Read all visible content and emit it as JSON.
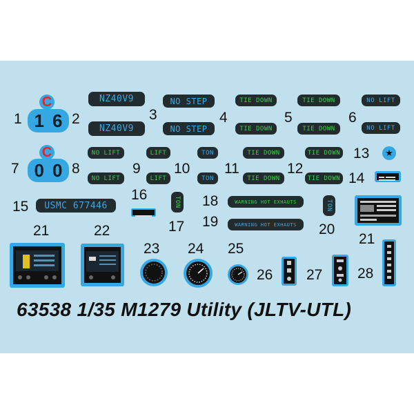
{
  "title": "63538 1/35 M1279 Utility (JLTV-UTL)",
  "colors": {
    "sheet_background": "#bfe0ec",
    "decal_blue": "#35a7e2",
    "decal_dark": "#222b2d",
    "text_blue": "#3aa9e6",
    "text_green": "#3fcf4c",
    "accent_red": "#e8242b"
  },
  "numbers": {
    "n1": "1",
    "n2": "2",
    "n3": "3",
    "n4": "4",
    "n5": "5",
    "n6": "6",
    "n7": "7",
    "n8": "8",
    "n9": "9",
    "n10": "10",
    "n11": "11",
    "n12": "12",
    "n13": "13",
    "n14": "14",
    "n15": "15",
    "n16": "16",
    "n17": "17",
    "n18": "18",
    "n19": "19",
    "n20": "20",
    "n21a": "21",
    "n21b": "21",
    "n22": "22",
    "n23": "23",
    "n24": "24",
    "n25": "25",
    "n26": "26",
    "n27": "27",
    "n28": "28"
  },
  "markings": {
    "c_letter": "C",
    "digit_1": "1",
    "digit_6": "6",
    "digit_0a": "0",
    "digit_0b": "0",
    "serial": "NZ40V9",
    "no_step": "NO STEP",
    "tie_down": "TIE DOWN",
    "no_lift": "NO LIFT",
    "lift": "LIFT",
    "ton": "TON",
    "usmc": "USMC 677446",
    "warning": "WARNING HOT EXHAUTS",
    "star": "★"
  }
}
